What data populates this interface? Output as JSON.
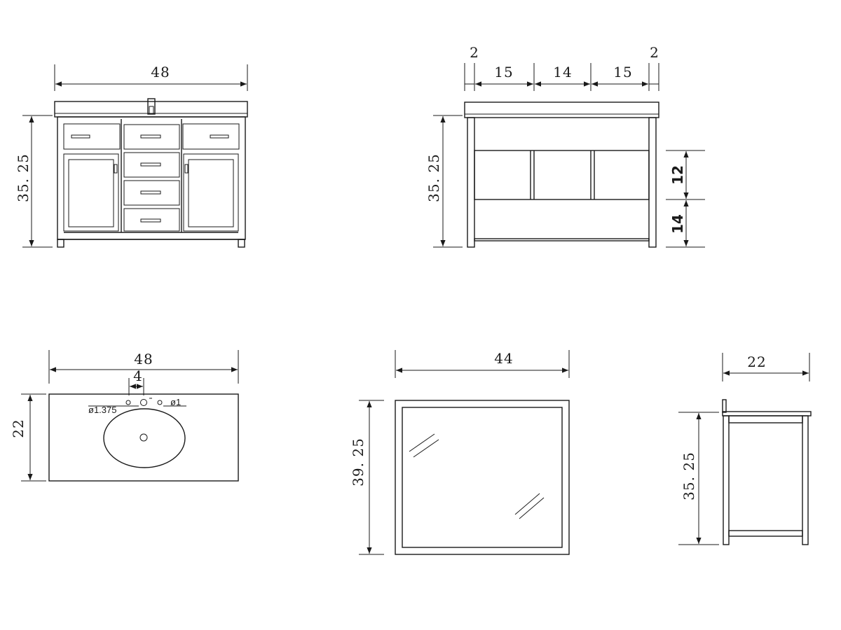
{
  "front_view": {
    "width": "48",
    "height": "35. 25"
  },
  "back_view": {
    "side_gap_left": "2",
    "side_gap_right": "2",
    "panel_left": "15",
    "panel_middle": "14",
    "panel_right": "15",
    "height": "35. 25",
    "shelf_upper": "12",
    "shelf_lower": "14"
  },
  "top_view": {
    "width": "48",
    "depth": "22",
    "faucet_spacing": "4",
    "faucet_hole": "ø1.375",
    "side_hole": "ø1"
  },
  "mirror": {
    "width": "44",
    "height": "39. 25"
  },
  "side_view": {
    "depth": "22",
    "height": "35. 25"
  }
}
